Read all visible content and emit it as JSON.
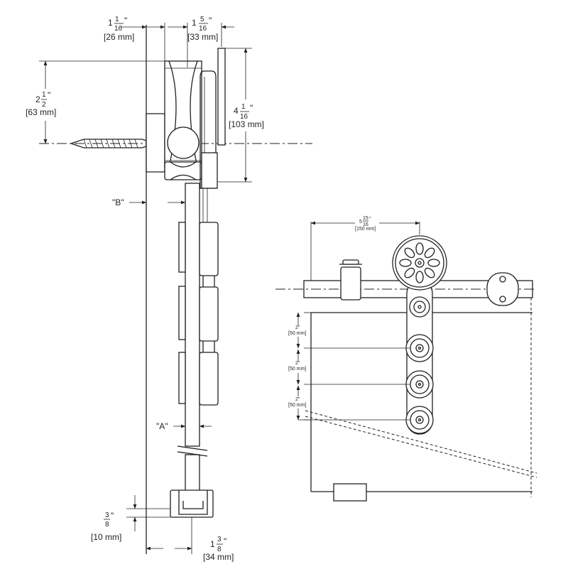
{
  "side_view": {
    "top_left_dim": {
      "whole": "1",
      "num": "1",
      "den": "16",
      "unit": "\"",
      "metric": "[26 mm]"
    },
    "top_right_dim": {
      "whole": "1",
      "num": "5",
      "den": "16",
      "unit": "\"",
      "metric": "[33 mm]"
    },
    "left_height_dim": {
      "whole": "2",
      "num": "1",
      "den": "2",
      "unit": "\"",
      "metric": "[63 mm]"
    },
    "right_height_dim": {
      "whole": "4",
      "num": "1",
      "den": "16",
      "unit": "\"",
      "metric": "[103 mm]"
    },
    "label_b": "\"B\"",
    "label_a": "\"A\"",
    "bottom_left_dim": {
      "num": "3",
      "den": "8",
      "unit": "\"",
      "metric": "[10 mm]"
    },
    "bottom_right_dim": {
      "whole": "1",
      "num": "3",
      "den": "8",
      "unit": "\"",
      "metric": "[34 mm]"
    }
  },
  "front_view": {
    "top_dim": {
      "whole": "5",
      "num": "15",
      "den": "16",
      "unit": "\"",
      "metric": "[150 mm]"
    },
    "spacing_dims": [
      {
        "value": "2\"",
        "metric": "[50 mm]"
      },
      {
        "value": "2\"",
        "metric": "[50 mm]"
      },
      {
        "value": "2\"",
        "metric": "[50 mm]"
      }
    ]
  }
}
